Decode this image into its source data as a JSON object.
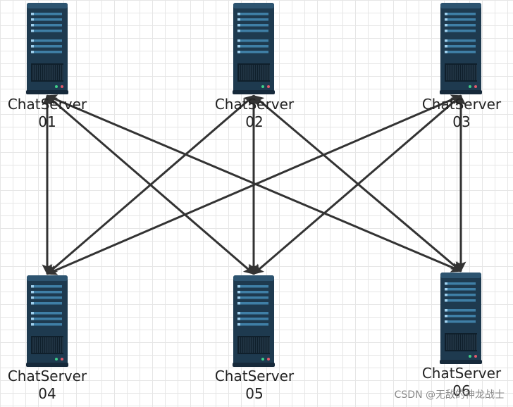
{
  "diagram": {
    "servers": [
      {
        "id": "s01",
        "label": "ChatServer\n01"
      },
      {
        "id": "s02",
        "label": "ChatServer\n02"
      },
      {
        "id": "s03",
        "label": "ChatServer\n03"
      },
      {
        "id": "s04",
        "label": "ChatServer\n04"
      },
      {
        "id": "s05",
        "label": "ChatServer\n05"
      },
      {
        "id": "s06",
        "label": "ChatServer\n06"
      }
    ],
    "connections": [
      {
        "from": "s01",
        "to": "s04",
        "bidirectional": true
      },
      {
        "from": "s01",
        "to": "s05",
        "bidirectional": true
      },
      {
        "from": "s01",
        "to": "s06",
        "bidirectional": true
      },
      {
        "from": "s02",
        "to": "s04",
        "bidirectional": true
      },
      {
        "from": "s02",
        "to": "s05",
        "bidirectional": true
      },
      {
        "from": "s02",
        "to": "s06",
        "bidirectional": true
      },
      {
        "from": "s03",
        "to": "s04",
        "bidirectional": true
      },
      {
        "from": "s03",
        "to": "s05",
        "bidirectional": true
      },
      {
        "from": "s03",
        "to": "s06",
        "bidirectional": true
      }
    ],
    "icon": "server-rack-icon",
    "colors": {
      "server_body": "#1e3a4f",
      "server_slot": "#3f7fa6",
      "arrow": "#333333",
      "grid": "#e6e6e6"
    }
  },
  "watermark": "CSDN @无敌的神龙战士"
}
